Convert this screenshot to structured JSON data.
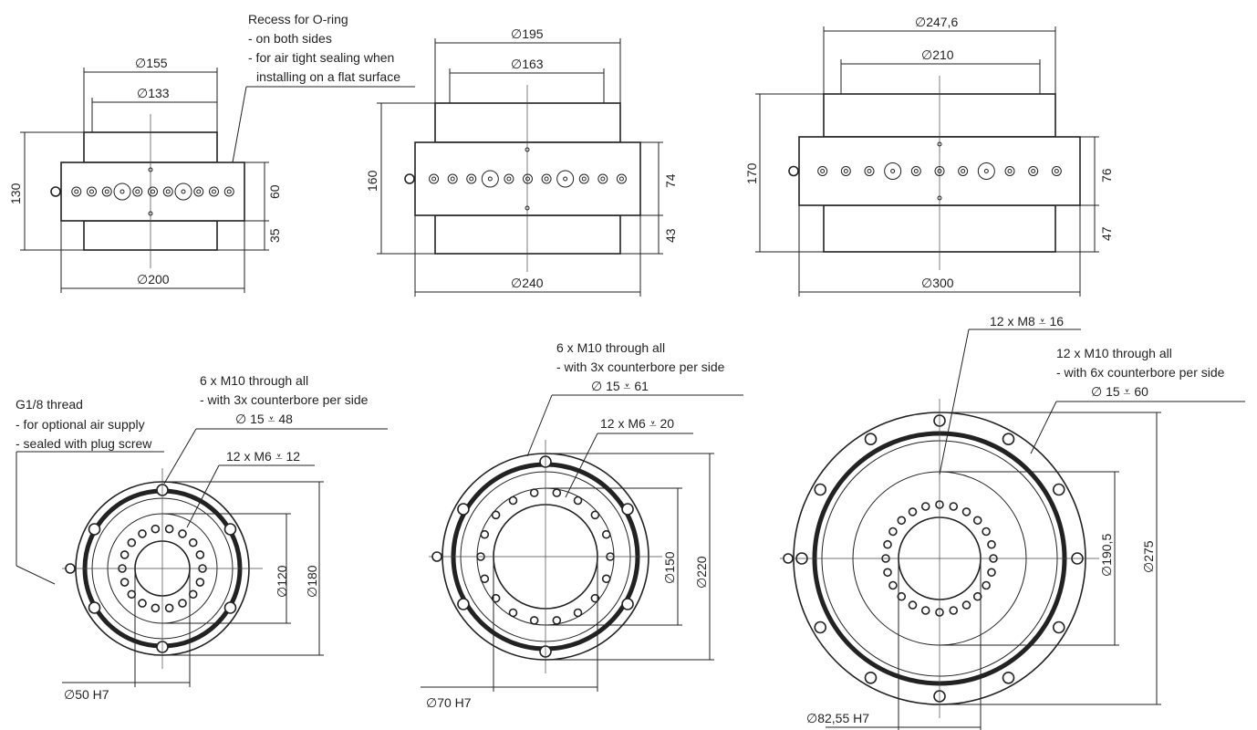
{
  "side_views": [
    {
      "top_outer": "∅155",
      "top_inner": "∅133",
      "base": "∅200",
      "height": "130",
      "body": "60",
      "lower": "35"
    },
    {
      "top_outer": "∅195",
      "top_inner": "∅163",
      "base": "∅240",
      "height": "160",
      "body": "74",
      "lower": "43"
    },
    {
      "top_outer": "∅247,6",
      "top_inner": "∅210",
      "base": "∅300",
      "height": "170",
      "body": "76",
      "lower": "47"
    }
  ],
  "oring_note": [
    "Recess for O-ring",
    "- on both sides",
    "- for air tight sealing when",
    "installing on a flat surface"
  ],
  "thread_note": [
    "G1/8 thread",
    "- for optional air supply",
    "- sealed with plug screw"
  ],
  "top_views": [
    {
      "through_note": [
        "6 x M10  through all",
        "- with 3x counterbore per side",
        "∅ 15 ⩡ 48"
      ],
      "tap_note": "12 x M6 ⩡ 12",
      "bolt_circle": "∅120",
      "outer": "∅180",
      "bore": "∅50 H7"
    },
    {
      "through_note": [
        "6 x M10 through all",
        "- with 3x counterbore per side",
        "∅ 15 ⩡ 61"
      ],
      "tap_note": "12 x M6 ⩡ 20",
      "bolt_circle": "∅150",
      "outer": "∅220",
      "bore": "∅70 H7"
    },
    {
      "through_note": [
        "12 x M10 through all",
        "- with 6x counterbore per side",
        "∅ 15 ⩡ 60"
      ],
      "tap_note": "12 x M8 ⩡ 16",
      "bolt_circle": "∅190,5",
      "outer": "∅275",
      "bore": "∅82,55 H7"
    }
  ]
}
